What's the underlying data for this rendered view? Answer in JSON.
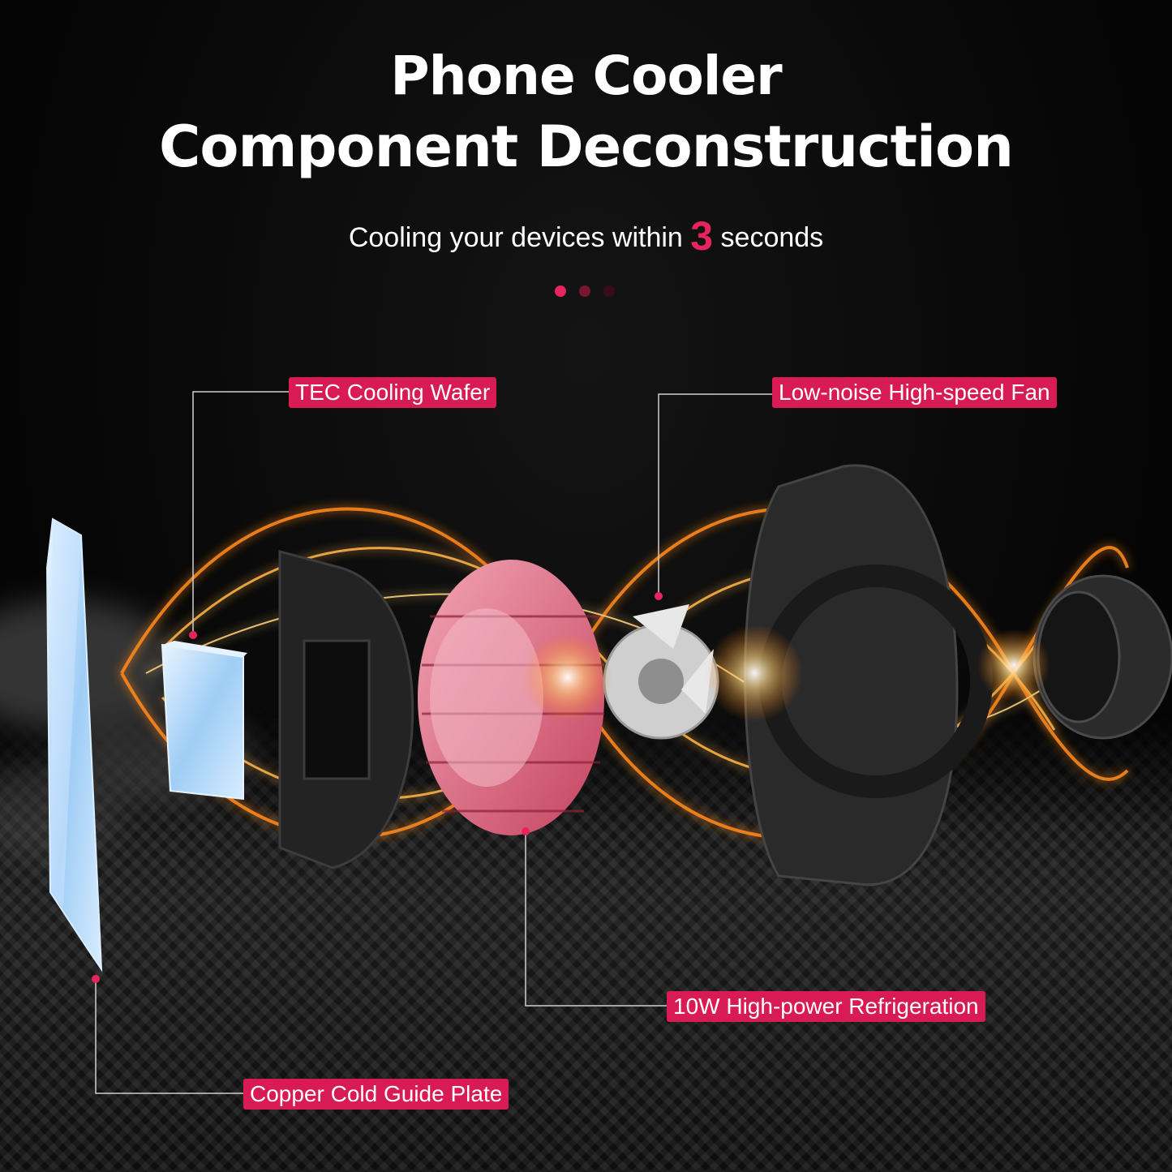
{
  "header": {
    "title_line1": "Phone Cooler",
    "title_line2": "Component Deconstruction",
    "subtitle_before": "Cooling your devices within",
    "subtitle_highlight": "3",
    "subtitle_after": "seconds"
  },
  "pagination": {
    "total": 3,
    "active_index": 0
  },
  "labels": {
    "tec": "TEC Cooling Wafer",
    "fan": "Low-noise High-speed Fan",
    "refrigeration": "10W High-power Refrigeration",
    "copper": "Copper Cold Guide Plate"
  },
  "colors": {
    "accent": "#d81b55",
    "highlight_text": "#e8245e",
    "background": "#050505",
    "energy_glow": "#ff8a1c",
    "heatsink": "#e8778f",
    "ice": "#bfe0ff"
  }
}
